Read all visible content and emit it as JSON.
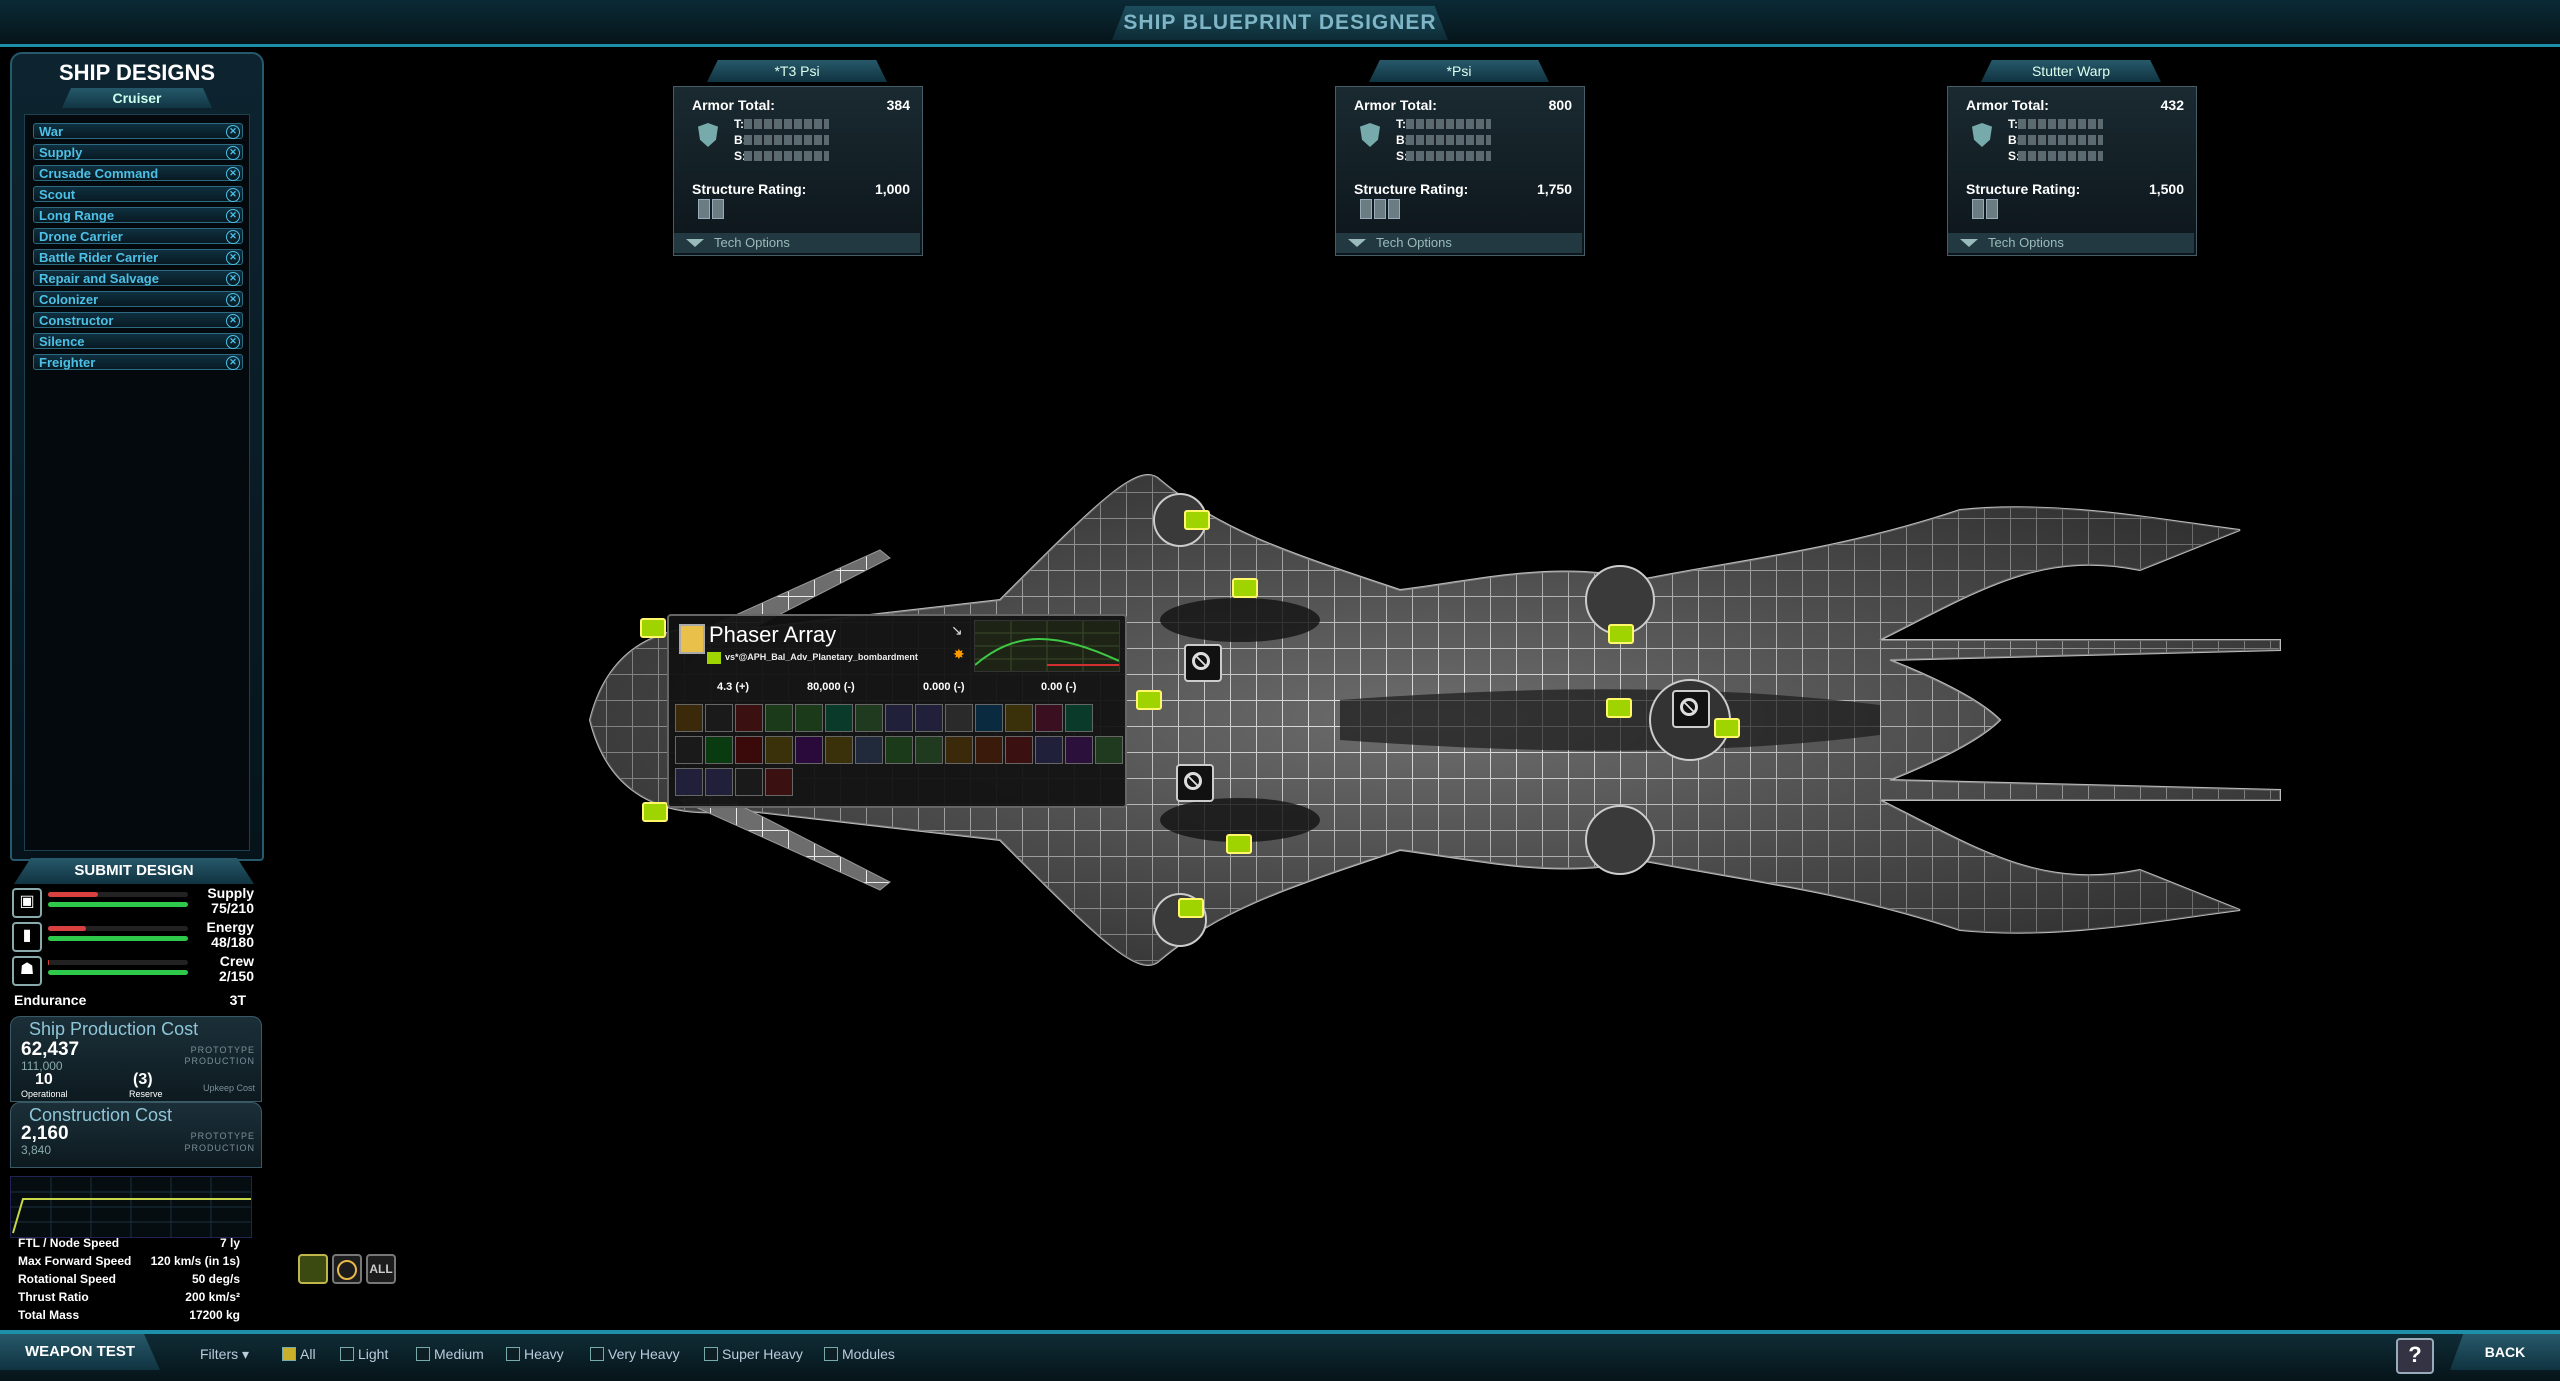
{
  "window": {
    "title": "SHIP BLUEPRINT DESIGNER"
  },
  "sidebar": {
    "title": "SHIP DESIGNS",
    "category": "Cruiser",
    "designs": [
      "War",
      "Supply",
      "Crusade Command",
      "Scout",
      "Long Range",
      "Drone Carrier",
      "Battle Rider Carrier",
      "Repair and Salvage",
      "Colonizer",
      "Constructor",
      "Silence",
      "Freighter"
    ],
    "submit_label": "SUBMIT DESIGN"
  },
  "resources": [
    {
      "name": "Supply",
      "value": "75/210",
      "fill": 0.36,
      "icon": "crate-icon"
    },
    {
      "name": "Energy",
      "value": "48/180",
      "fill": 0.27,
      "icon": "battery-icon"
    },
    {
      "name": "Crew",
      "value": "2/150",
      "fill": 0.01,
      "icon": "crew-icon"
    }
  ],
  "endurance": {
    "label": "Endurance",
    "value": "3T"
  },
  "production_cost": {
    "title": "Ship Production Cost",
    "value": "62,437",
    "sub": "111,000",
    "tag1": "PROTOTYPE",
    "tag2": "PRODUCTION",
    "operational": "10",
    "operational_label": "Operational",
    "reserve": "(3)",
    "reserve_label": "Reserve",
    "upkeep_label": "Upkeep Cost"
  },
  "construction_cost": {
    "title": "Construction Cost",
    "value": "2,160",
    "sub": "3,840",
    "tag1": "PROTOTYPE",
    "tag2": "PRODUCTION"
  },
  "stats": [
    {
      "label": "FTL / Node Speed",
      "value": "7 ly"
    },
    {
      "label": "Max Forward Speed",
      "value": "120 km/s (in 1s)"
    },
    {
      "label": "Rotational Speed",
      "value": "50 deg/s"
    },
    {
      "label": "Thrust Ratio",
      "value": "200 km/s²"
    },
    {
      "label": "Total Mass",
      "value": "17200 kg"
    }
  ],
  "presets": [
    {
      "name": "*T3 Psi",
      "armor_label": "Armor Total:",
      "armor": "384",
      "t": "T:",
      "b": "B:",
      "s": "S:",
      "structure_label": "Structure Rating:",
      "structure": "1,000",
      "tech": "Tech Options"
    },
    {
      "name": "*Psi",
      "armor_label": "Armor Total:",
      "armor": "800",
      "t": "T:",
      "b": "B:",
      "s": "S:",
      "structure_label": "Structure Rating:",
      "structure": "1,750",
      "tech": "Tech Options"
    },
    {
      "name": "Stutter Warp",
      "armor_label": "Armor Total:",
      "armor": "432",
      "t": "T:",
      "b": "B:",
      "s": "S:",
      "structure_label": "Structure Rating:",
      "structure": "1,500",
      "tech": "Tech Options"
    }
  ],
  "weapon_popup": {
    "title": "Phaser Array",
    "subtitle": "vs*@APH_Bal_Adv_Planetary_bombardment",
    "stat1": "4.3 (+)",
    "stat2": "80,000 (-)",
    "stat3": "0.000 (-)",
    "stat4": "0.00 (-)"
  },
  "weapon_filters": {
    "all": "ALL"
  },
  "bottom": {
    "weapon_test": "WEAPON TEST",
    "filters": "Filters",
    "checks": [
      "All",
      "Light",
      "Medium",
      "Heavy",
      "Very Heavy",
      "Super Heavy",
      "Modules"
    ],
    "help": "?",
    "back": "BACK"
  },
  "colors": {
    "accent": "#1d8fa8",
    "mount": "#9fd400",
    "list_text": "#4cc0e6"
  }
}
